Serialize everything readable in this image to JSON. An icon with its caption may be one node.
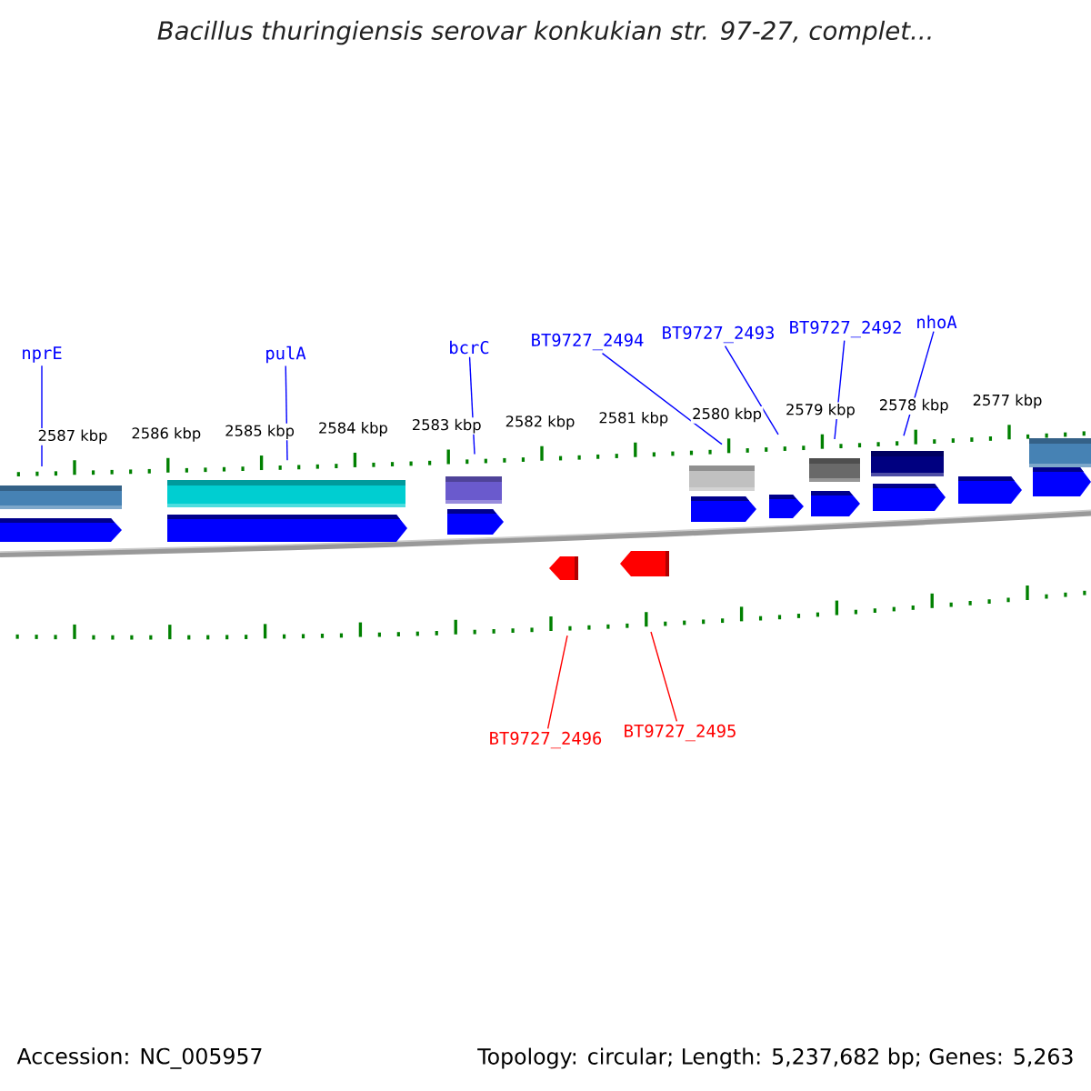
{
  "diagram": {
    "title": "Bacillus thuringiensis serovar konkukian str. 97-27, complet...",
    "nodes": [
      {
        "text": [
          "nprE"
        ]
      },
      {
        "text": [
          "pulA"
        ]
      },
      {
        "text": [
          "bcrC"
        ]
      },
      {
        "text": [
          "BT9727_2494"
        ]
      },
      {
        "text": [
          "BT9727_2493"
        ]
      },
      {
        "text": [
          "BT9727_2492"
        ]
      },
      {
        "text": [
          "nhoA"
        ]
      },
      {
        "text": [
          "BT9727_2496"
        ]
      },
      {
        "text": [
          "BT9727_2495"
        ]
      }
    ],
    "edges": [
      {
        "from": 0,
        "to": null,
        "arrow": "none"
      },
      {
        "from": 1,
        "to": null,
        "arrow": "none"
      },
      {
        "from": 2,
        "to": null,
        "arrow": "none"
      },
      {
        "from": 3,
        "to": null,
        "arrow": "none"
      },
      {
        "from": 4,
        "to": null,
        "arrow": "none"
      },
      {
        "from": 5,
        "to": null,
        "arrow": "none"
      },
      {
        "from": 6,
        "to": null,
        "arrow": "none"
      },
      {
        "from": 7,
        "to": null,
        "arrow": "none",
        "color": "#ff0000"
      },
      {
        "from": 8,
        "to": null,
        "arrow": "none",
        "color": "#ff0000"
      }
    ],
    "labels": [
      "2587 kbp",
      "2586 kbp",
      "2585 kbp",
      "2584 kbp",
      "2583 kbp",
      "2582 kbp",
      "2581 kbp",
      "2580 kbp",
      "2579 kbp",
      "2578 kbp",
      "2577 kbp",
      "Accession: NC_005957",
      "Topology: circular; Length: 5,237,682 bp; Genes: 5,263"
    ]
  }
}
